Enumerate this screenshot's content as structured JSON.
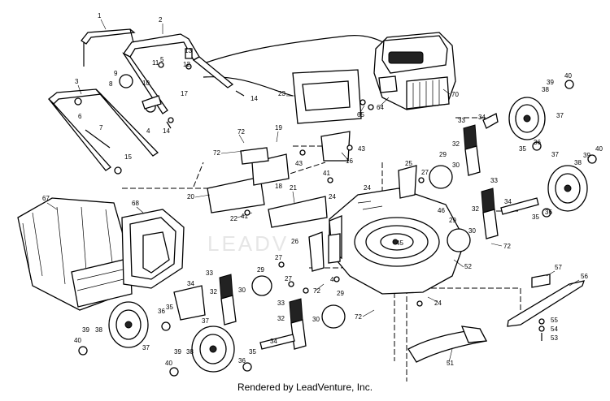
{
  "diagram": {
    "footer": "Rendered by LeadVenture, Inc.",
    "watermark": "LEADV",
    "callouts": [
      {
        "id": "c1",
        "text": "1"
      },
      {
        "id": "c2",
        "text": "2"
      },
      {
        "id": "c3",
        "text": "3"
      },
      {
        "id": "c4",
        "text": "4"
      },
      {
        "id": "c5",
        "text": "5"
      },
      {
        "id": "c6",
        "text": "6"
      },
      {
        "id": "c7",
        "text": "7"
      },
      {
        "id": "c8",
        "text": "8"
      },
      {
        "id": "c9",
        "text": "9"
      },
      {
        "id": "c10",
        "text": "10"
      },
      {
        "id": "c11",
        "text": "11"
      },
      {
        "id": "c12",
        "text": "12"
      },
      {
        "id": "c13",
        "text": "13"
      },
      {
        "id": "c14a",
        "text": "14"
      },
      {
        "id": "c14b",
        "text": "14"
      },
      {
        "id": "c15",
        "text": "15"
      },
      {
        "id": "c16",
        "text": "16"
      },
      {
        "id": "c17",
        "text": "17"
      },
      {
        "id": "c18",
        "text": "18"
      },
      {
        "id": "c19",
        "text": "19"
      },
      {
        "id": "c20",
        "text": "20"
      },
      {
        "id": "c21",
        "text": "21"
      },
      {
        "id": "c22",
        "text": "22"
      },
      {
        "id": "c23",
        "text": "23"
      },
      {
        "id": "c24a",
        "text": "24"
      },
      {
        "id": "c24b",
        "text": "24"
      },
      {
        "id": "c24c",
        "text": "24"
      },
      {
        "id": "c25",
        "text": "25"
      },
      {
        "id": "c26",
        "text": "26"
      },
      {
        "id": "c27a",
        "text": "27"
      },
      {
        "id": "c27b",
        "text": "27"
      },
      {
        "id": "c27c",
        "text": "27"
      },
      {
        "id": "c29a",
        "text": "29"
      },
      {
        "id": "c29b",
        "text": "29"
      },
      {
        "id": "c29c",
        "text": "29"
      },
      {
        "id": "c29d",
        "text": "29"
      },
      {
        "id": "c30a",
        "text": "30"
      },
      {
        "id": "c30b",
        "text": "30"
      },
      {
        "id": "c30c",
        "text": "30"
      },
      {
        "id": "c30d",
        "text": "30"
      },
      {
        "id": "c32a",
        "text": "32"
      },
      {
        "id": "c32b",
        "text": "32"
      },
      {
        "id": "c32c",
        "text": "32"
      },
      {
        "id": "c32d",
        "text": "32"
      },
      {
        "id": "c33a",
        "text": "33"
      },
      {
        "id": "c33b",
        "text": "33"
      },
      {
        "id": "c33c",
        "text": "33"
      },
      {
        "id": "c33d",
        "text": "33"
      },
      {
        "id": "c34a",
        "text": "34"
      },
      {
        "id": "c34b",
        "text": "34"
      },
      {
        "id": "c34c",
        "text": "34"
      },
      {
        "id": "c34d",
        "text": "34"
      },
      {
        "id": "c35a",
        "text": "35"
      },
      {
        "id": "c35b",
        "text": "35"
      },
      {
        "id": "c35c",
        "text": "35"
      },
      {
        "id": "c35d",
        "text": "35"
      },
      {
        "id": "c36a",
        "text": "36"
      },
      {
        "id": "c36b",
        "text": "36"
      },
      {
        "id": "c36c",
        "text": "36"
      },
      {
        "id": "c36d",
        "text": "36"
      },
      {
        "id": "c37a",
        "text": "37"
      },
      {
        "id": "c37b",
        "text": "37"
      },
      {
        "id": "c37c",
        "text": "37"
      },
      {
        "id": "c37d",
        "text": "37"
      },
      {
        "id": "c38a",
        "text": "38"
      },
      {
        "id": "c38b",
        "text": "38"
      },
      {
        "id": "c38c",
        "text": "38"
      },
      {
        "id": "c38d",
        "text": "38"
      },
      {
        "id": "c39a",
        "text": "39"
      },
      {
        "id": "c39b",
        "text": "39"
      },
      {
        "id": "c39c",
        "text": "39"
      },
      {
        "id": "c39d",
        "text": "39"
      },
      {
        "id": "c40a",
        "text": "40"
      },
      {
        "id": "c40b",
        "text": "40"
      },
      {
        "id": "c40c",
        "text": "40"
      },
      {
        "id": "c40d",
        "text": "40"
      },
      {
        "id": "c41a",
        "text": "41"
      },
      {
        "id": "c41b",
        "text": "41"
      },
      {
        "id": "c43a",
        "text": "43"
      },
      {
        "id": "c43b",
        "text": "43"
      },
      {
        "id": "c43c",
        "text": "43"
      },
      {
        "id": "c45",
        "text": "45"
      },
      {
        "id": "c46",
        "text": "46"
      },
      {
        "id": "c51",
        "text": "51"
      },
      {
        "id": "c52",
        "text": "52"
      },
      {
        "id": "c53",
        "text": "53"
      },
      {
        "id": "c54",
        "text": "54"
      },
      {
        "id": "c55",
        "text": "55"
      },
      {
        "id": "c56",
        "text": "56"
      },
      {
        "id": "c57",
        "text": "57"
      },
      {
        "id": "c64",
        "text": "64"
      },
      {
        "id": "c65",
        "text": "65"
      },
      {
        "id": "c67",
        "text": "67"
      },
      {
        "id": "c68",
        "text": "68"
      },
      {
        "id": "c70",
        "text": "70"
      },
      {
        "id": "c72a",
        "text": "72"
      },
      {
        "id": "c72b",
        "text": "72"
      },
      {
        "id": "c72c",
        "text": "72"
      },
      {
        "id": "c72d",
        "text": "72"
      },
      {
        "id": "c72e",
        "text": "72"
      }
    ]
  }
}
